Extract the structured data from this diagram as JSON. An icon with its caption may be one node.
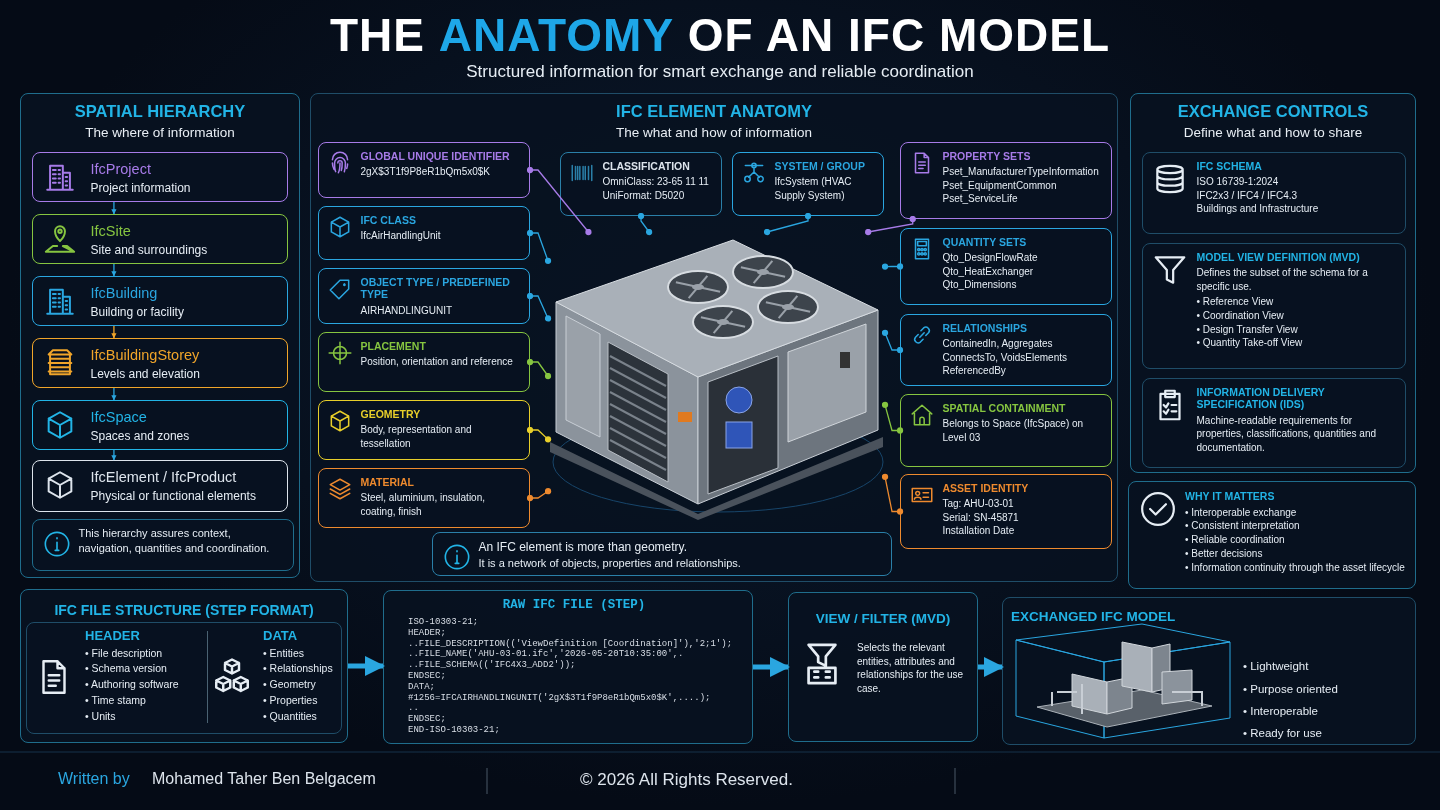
{
  "diagram": {
    "title": "THE **ANATOMY** OF AN IFC MODEL",
    "nodes": [
      {
        "text": [
          "SPATIAL HIERARCHY",
          "The where of information"
        ]
      },
      {
        "text": [
          "IfcProject",
          "Project information"
        ],
        "in": 0
      },
      {
        "text": [
          "IfcSite",
          "Site and surroundings"
        ],
        "in": 0
      },
      {
        "text": [
          "IfcBuilding",
          "Building or facility"
        ],
        "in": 0
      },
      {
        "text": [
          "IfcBuildingStorey",
          "Levels and elevation"
        ],
        "in": 0
      },
      {
        "text": [
          "IfcSpace",
          "Spaces and zones"
        ],
        "in": 0
      },
      {
        "text": [
          "IfcElement / IfcProduct",
          "Physical or functional elements"
        ],
        "in": 0
      },
      {
        "text": [
          "This hierarchy assures context, navigation, quantities and coordination."
        ],
        "in": 0
      },
      {
        "text": [
          "IFC ELEMENT ANATOMY",
          "The what and how of information"
        ]
      },
      {
        "text": [
          "GLOBAL UNIQUE IDENTIFIER",
          "2gX$3T1f9P8eR1bQm5x0$K"
        ],
        "in": 8
      },
      {
        "text": [
          "IFC CLASS",
          "IfcAirHandlingUnit"
        ],
        "in": 8
      },
      {
        "text": [
          "OBJECT TYPE / PREDEFINED TYPE",
          "AIRHANDLINGUNIT"
        ],
        "in": 8
      },
      {
        "text": [
          "PLACEMENT",
          "Position, orientation and reference"
        ],
        "in": 8
      },
      {
        "text": [
          "GEOMETRY",
          "Body, representation and tessellation"
        ],
        "in": 8
      },
      {
        "text": [
          "MATERIAL",
          "Steel, aluminium, insulation, coating, finish"
        ],
        "in": 8
      },
      {
        "text": [
          "CLASSIFICATION",
          "OmniClass: 23-65 11 11",
          "UniFormat: D5020"
        ],
        "in": 8
      },
      {
        "text": [
          "SYSTEM / GROUP",
          "IfcSystem (HVAC Supply System)"
        ],
        "in": 8
      },
      {
        "text": [
          "PROPERTY SETS",
          "Pset_ManufacturerTypeInformation",
          "Pset_EquipmentCommon",
          "Pset_ServiceLife"
        ],
        "in": 8
      },
      {
        "text": [
          "QUANTITY SETS",
          "Qto_DesignFlowRate",
          "Qto_HeatExchanger",
          "Qto_Dimensions"
        ],
        "in": 8
      },
      {
        "text": [
          "RELATIONSHIPS",
          "ContainedIn, Aggregates",
          "ConnectsTo, VoidsElements",
          "ReferencedBy"
        ],
        "in": 8
      },
      {
        "text": [
          "SPATIAL CONTAINMENT",
          "Belongs to Space (IfcSpace) on Level 03"
        ],
        "in": 8
      },
      {
        "text": [
          "ASSET IDENTITY",
          "Tag: AHU-03-01",
          "Serial: SN-45871",
          "Installation Date"
        ],
        "in": 8
      },
      {
        "text": [],
        "shape": "picture",
        "in": 8
      },
      {
        "text": [
          "An IFC element is more than geometry.",
          "It is a network of objects, properties and relationships."
        ],
        "in": 8
      },
      {
        "text": [
          "EXCHANGE CONTROLS",
          "Define what and how to share"
        ]
      },
      {
        "text": [
          "IFC SCHEMA",
          "ISO 16739-1:2024",
          "IFC2x3 / IFC4 / IFC4.3",
          "Buildings and Infrastructure"
        ],
        "in": 24
      },
      {
        "text": [
          "MODEL VIEW DEFINITION (MVD)",
          "Defines the subset of the schema for a specific use.",
          "• Reference View",
          "• Coordination View",
          "• Design Transfer View",
          "• Quantity Take-off View"
        ],
        "in": 24
      },
      {
        "text": [
          "INFORMATION DELIVERY SPECIFICATION (IDS)",
          "Machine-readable requirements for properties, classifications, quantities and documentation."
        ],
        "in": 24
      },
      {
        "text": [
          "WHY IT MATTERS",
          "• Interoperable exchange",
          "• Consistent interpretation",
          "• Reliable coordination",
          "• Better decisions",
          "• Information continuity through the asset lifecycle"
        ]
      },
      {
        "text": [
          "IFC FILE STRUCTURE (STEP FORMAT)"
        ]
      },
      {
        "text": [],
        "shape": "box",
        "in": 29
      },
      {
        "text": [
          "HEADER",
          "• File description",
          "• Schema version",
          "• Authoring software",
          "• Time stamp",
          "• Units"
        ],
        "in": 30
      },
      {
        "text": [
          "DATA",
          "• Entities",
          "• Relationships",
          "• Geometry",
          "• Properties",
          "• Quantities"
        ],
        "in": 30
      },
      {
        "text": [
          "RAW IFC FILE (STEP)",
          "ISO-10303-21;",
          "HEADER;",
          "..FILE_DESCRIPTION(('ViewDefinition [Coordination]'),'2;1');",
          "..FILE_NAME('AHU-03-01.ifc','2026-05-20T10:35:00',.",
          "..FILE_SCHEMA(('IFC4X3_ADD2'));",
          "ENDSEC;",
          "DATA;",
          "#1256=IFCAIRHANDLINGUNIT('2gX$3T1f9P8eR1bQm5x0$K',....);",
          "..",
          "ENDSEC;",
          "END-ISO-10303-21;"
        ]
      },
      {
        "text": [
          "VIEW / FILTER (MVD)",
          "Selects the relevant entities, attributes and relationships for the use case."
        ]
      },
      {
        "text": [
          "EXCHANGED IFC MODEL",
          "• Lightweight",
          "• Purpose oriented",
          "• Interoperable",
          "• Ready for use"
        ]
      },
      {
        "text": [],
        "shape": "picture",
        "in": 35
      }
    ],
    "edges": [
      {
        "from": 1,
        "to": 2,
        "arrow": "to"
      },
      {
        "from": 2,
        "to": 3,
        "arrow": "to"
      },
      {
        "from": 3,
        "to": 4,
        "arrow": "to",
        "color": "#f0a52a"
      },
      {
        "from": 4,
        "to": 5,
        "arrow": "to"
      },
      {
        "from": 5,
        "to": 6,
        "arrow": "to"
      },
      {
        "from": 9,
        "to": 22,
        "arrow": "other",
        "color": "#a77be8"
      },
      {
        "from": 10,
        "to": 22,
        "arrow": "other"
      },
      {
        "from": 11,
        "to": 22,
        "arrow": "other"
      },
      {
        "from": 12,
        "to": 22,
        "arrow": "other",
        "color": "#86c540"
      },
      {
        "from": 13,
        "to": 22,
        "arrow": "other",
        "color": "#e8cf2a"
      },
      {
        "from": 14,
        "to": 22,
        "arrow": "other",
        "color": "#ee8a2e"
      },
      {
        "from": 15,
        "to": 22,
        "arrow": "other"
      },
      {
        "from": 16,
        "to": 22,
        "arrow": "other"
      },
      {
        "from": 17,
        "to": 22,
        "arrow": "other",
        "color": "#a77be8"
      },
      {
        "from": 18,
        "to": 22,
        "arrow": "other"
      },
      {
        "from": 19,
        "to": 22,
        "arrow": "other"
      },
      {
        "from": 20,
        "to": 22,
        "arrow": "other",
        "color": "#86c540"
      },
      {
        "from": 21,
        "to": 22,
        "arrow": "other",
        "color": "#ee8a2e"
      },
      {
        "from": 29,
        "to": 33,
        "arrow": "to",
        "style": "thick"
      },
      {
        "from": 33,
        "to": 34,
        "arrow": "to",
        "style": "thick"
      },
      {
        "from": 34,
        "to": 35,
        "arrow": "to",
        "style": "thick"
      }
    ],
    "labels": [
      "Structured information for smart exchange and reliable coordination",
      "Written by",
      "Mohamed Taher Ben Belgacem",
      "© 2026 All Rights Reserved."
    ]
  }
}
